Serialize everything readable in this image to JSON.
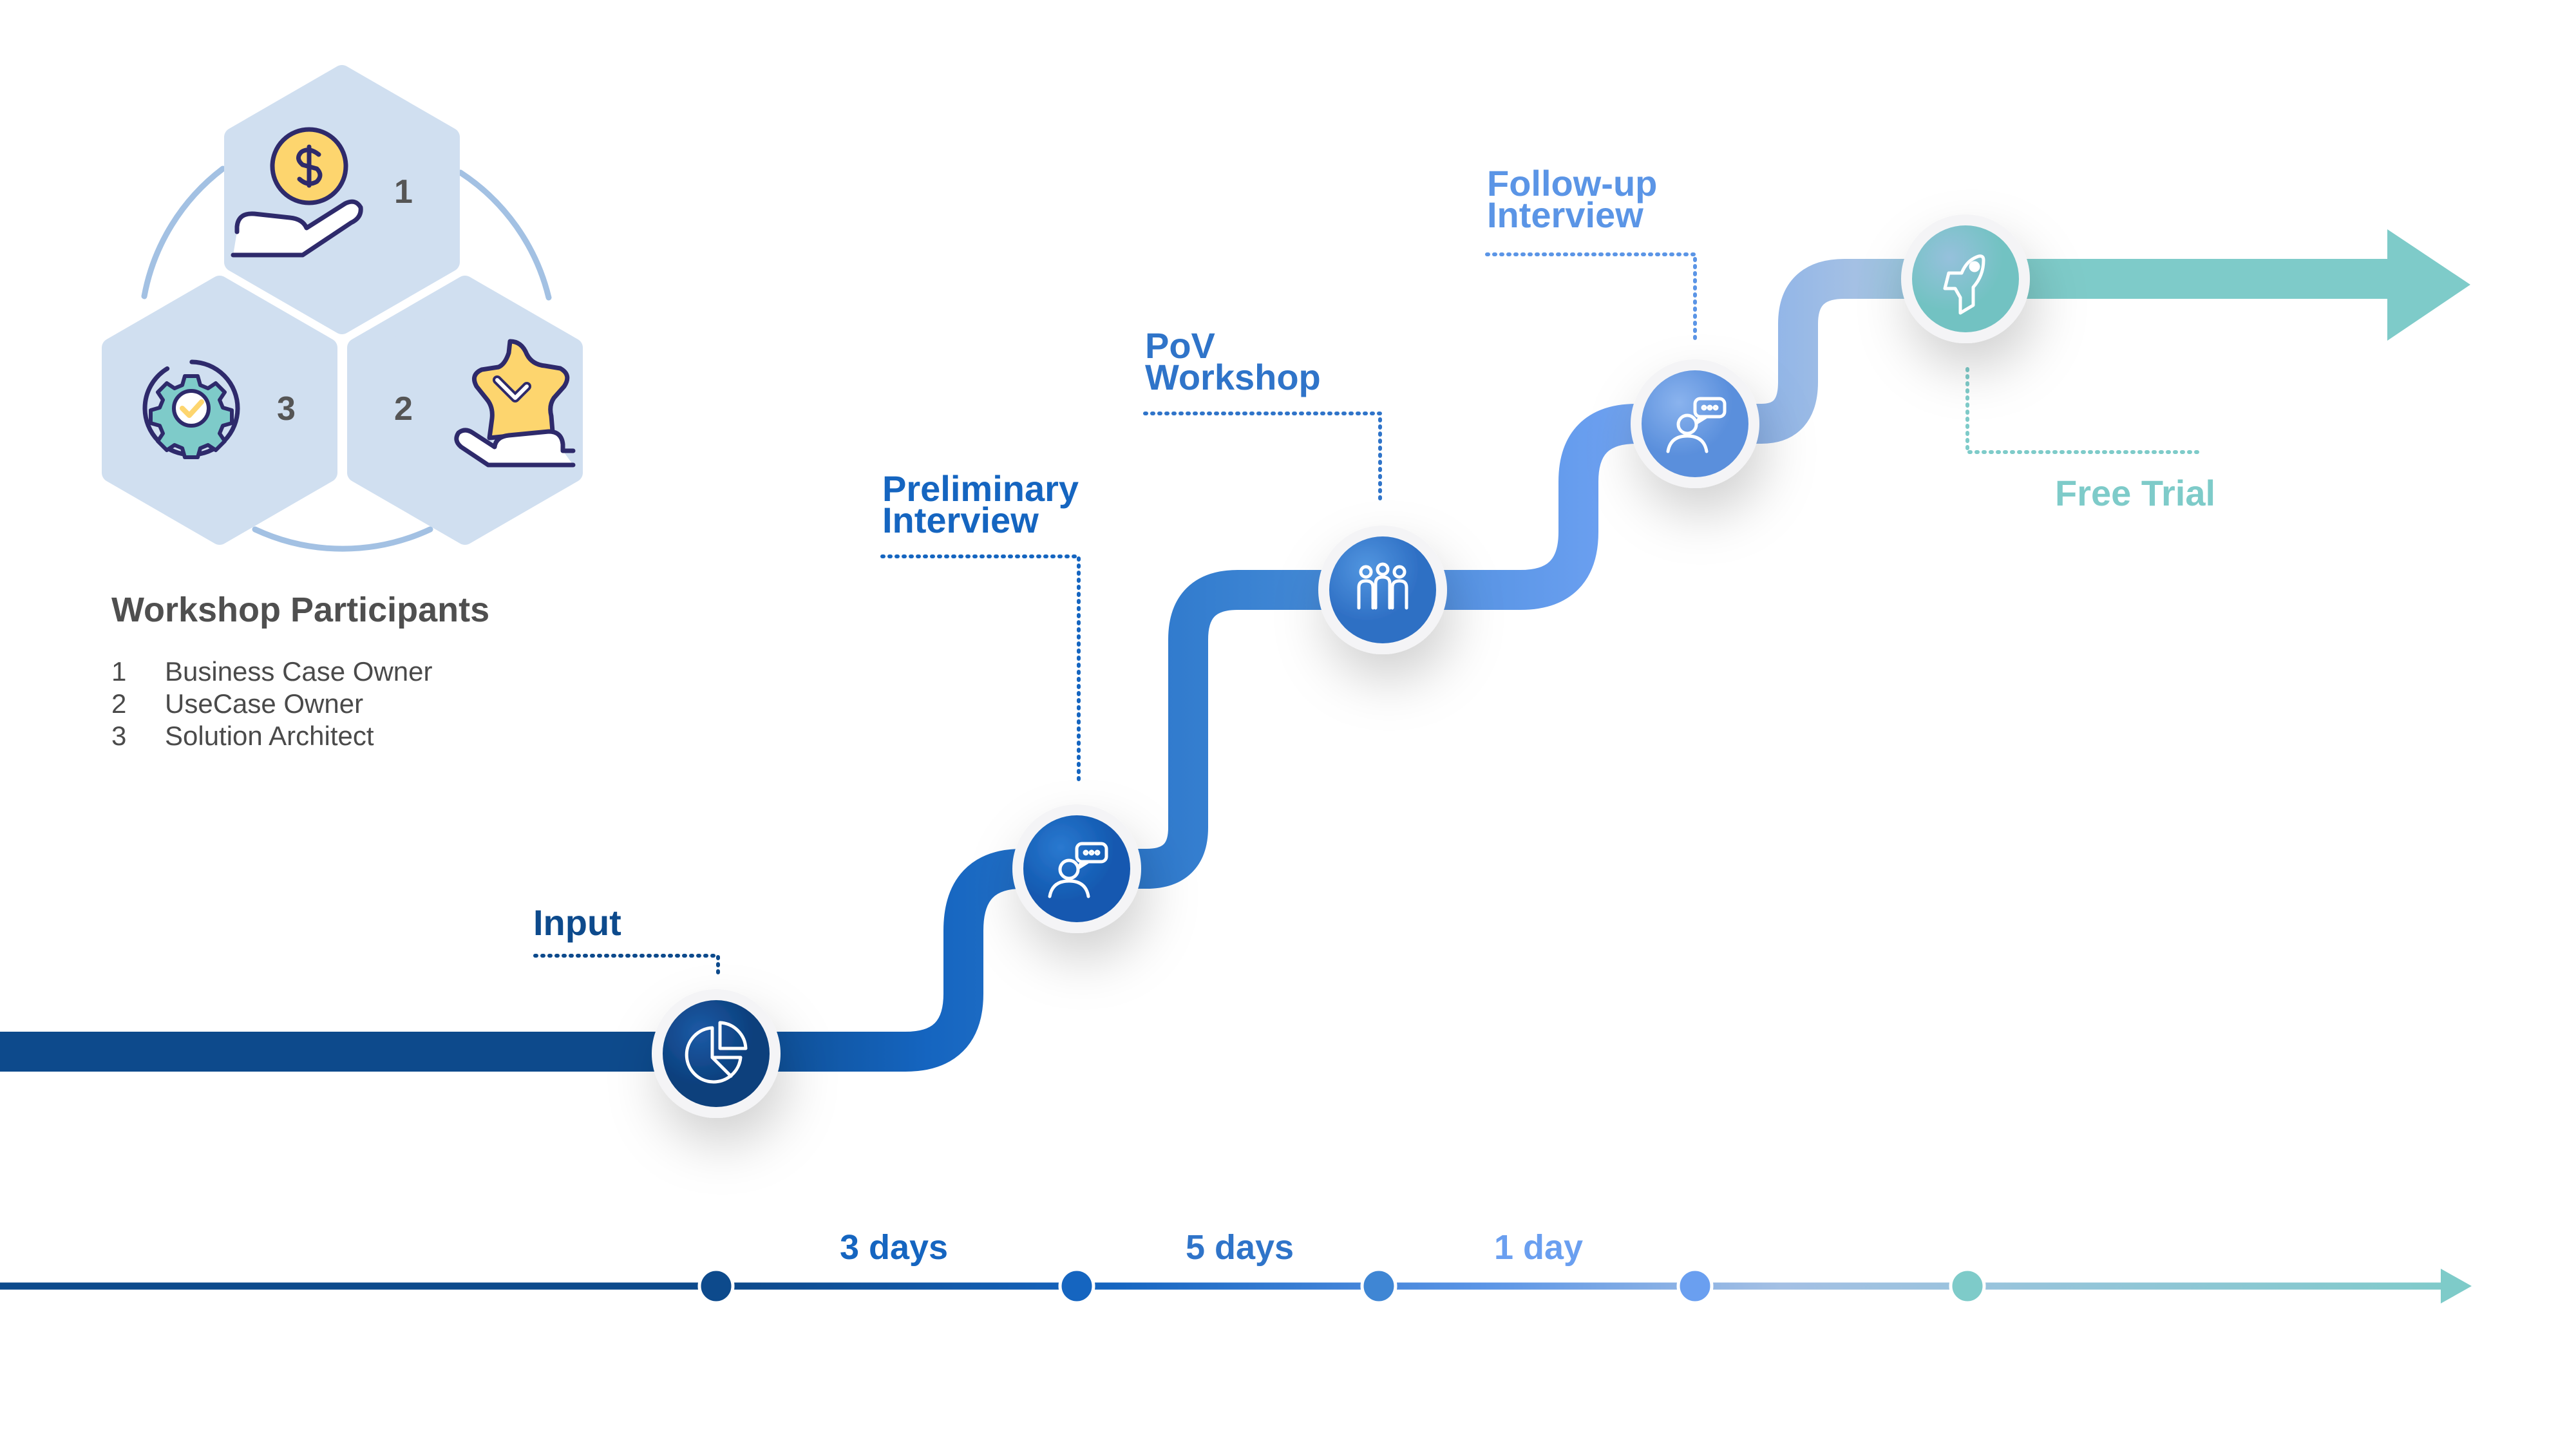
{
  "participants": {
    "title": "Workshop Participants",
    "items": [
      {
        "number": "1",
        "label": "Business Case Owner",
        "icon": "coin-hand-icon"
      },
      {
        "number": "2",
        "label": "UseCase Owner",
        "icon": "star-hand-icon"
      },
      {
        "number": "3",
        "label": "Solution Architect",
        "icon": "gear-cycle-icon"
      }
    ]
  },
  "stages": [
    {
      "line1": "Input",
      "line2": "",
      "icon": "pie-chart-icon",
      "color": "#0d4a8c"
    },
    {
      "line1": "Preliminary",
      "line2": "Interview",
      "icon": "interview-icon",
      "color": "#1565c0"
    },
    {
      "line1": "PoV",
      "line2": "Workshop",
      "icon": "team-icon",
      "color": "#2f74c9"
    },
    {
      "line1": "Follow-up",
      "line2": "Interview",
      "icon": "interview-icon",
      "color": "#5b95e6"
    },
    {
      "line1": "Free Trial",
      "line2": "",
      "icon": "rocket-icon",
      "color": "#7ecbc9"
    }
  ],
  "timeline": {
    "durations": [
      "3 days",
      "5 days",
      "1 day"
    ],
    "duration_colors": [
      "#1565c0",
      "#2f74c9",
      "#6a9ff0"
    ]
  }
}
